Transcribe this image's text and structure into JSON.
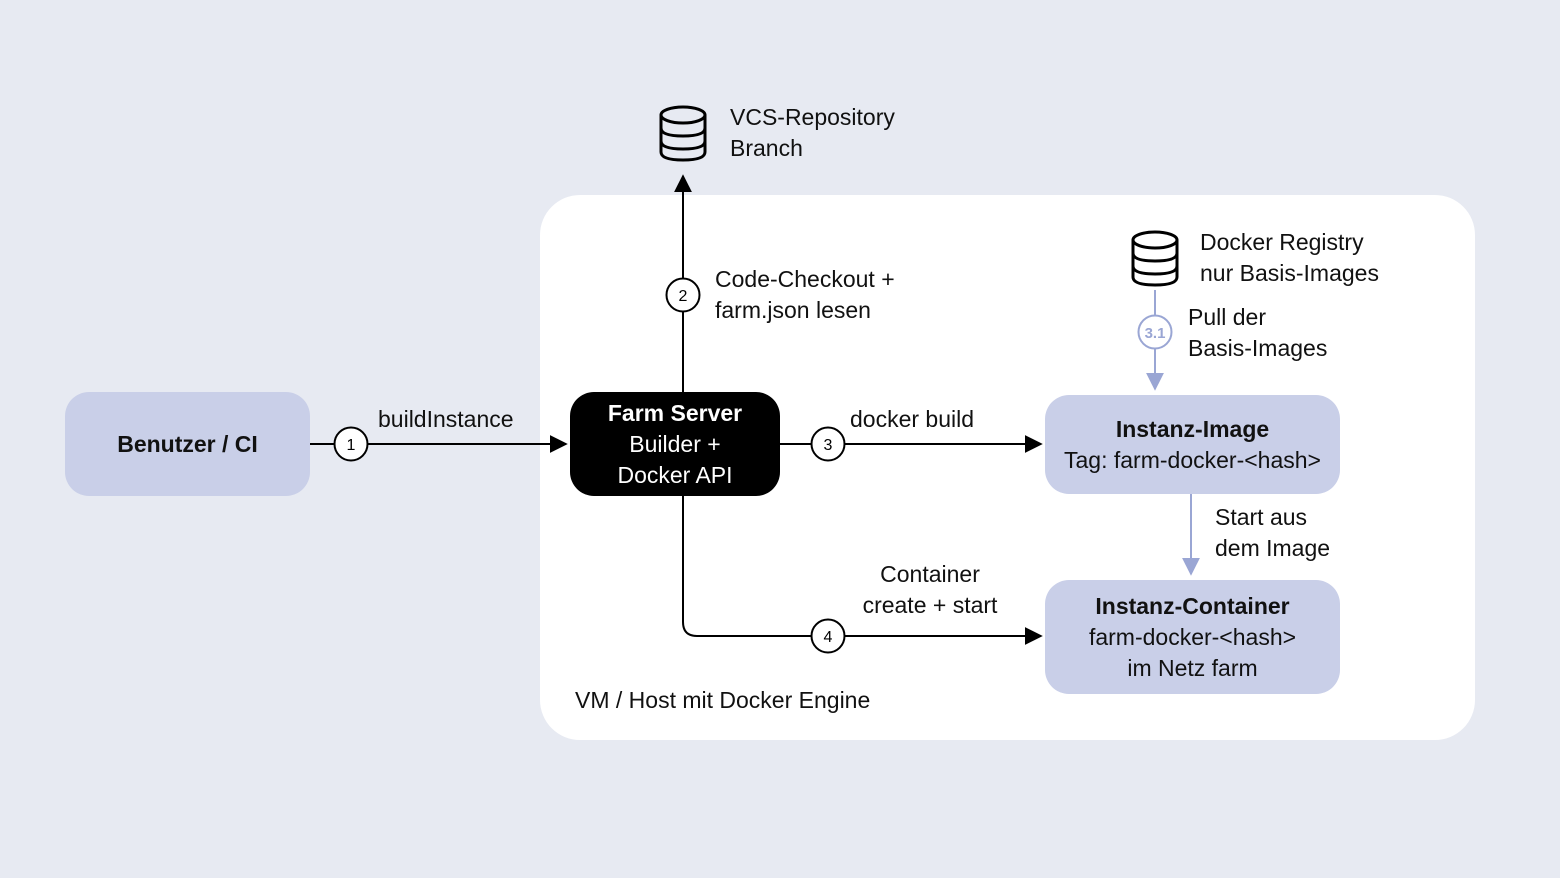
{
  "vm_host": {
    "label": "VM / Host mit Docker Engine"
  },
  "vcs": {
    "line1": "VCS-Repository",
    "line2": "Branch",
    "icon": "database-icon"
  },
  "registry": {
    "line1": "Docker Registry",
    "line2": "nur Basis-Images",
    "icon": "database-icon"
  },
  "nodes": {
    "user": {
      "title": "Benutzer / CI"
    },
    "farm": {
      "title": "Farm Server",
      "line2": "Builder +",
      "line3": "Docker API"
    },
    "image": {
      "title": "Instanz-Image",
      "line2": "Tag: farm-docker-<hash>"
    },
    "container": {
      "title": "Instanz-Container",
      "line2": "farm-docker-<hash>",
      "line3": "im Netz farm"
    }
  },
  "edges": {
    "e1": {
      "step": "1",
      "label": "buildInstance"
    },
    "e2": {
      "step": "2",
      "line1": "Code-Checkout +",
      "line2": "farm.json lesen"
    },
    "e3": {
      "step": "3",
      "label": "docker build"
    },
    "e31": {
      "step": "3.1",
      "line1": "Pull der",
      "line2": "Basis-Images"
    },
    "e4": {
      "step": "4",
      "line1": "Container",
      "line2": "create + start"
    },
    "e5": {
      "line1": "Start aus",
      "line2": "dem Image"
    }
  },
  "colors": {
    "background": "#e7eaf2",
    "node_fill": "#c9cfe8",
    "farm_fill": "#000000",
    "muted_arrow": "#9aa6d4"
  }
}
